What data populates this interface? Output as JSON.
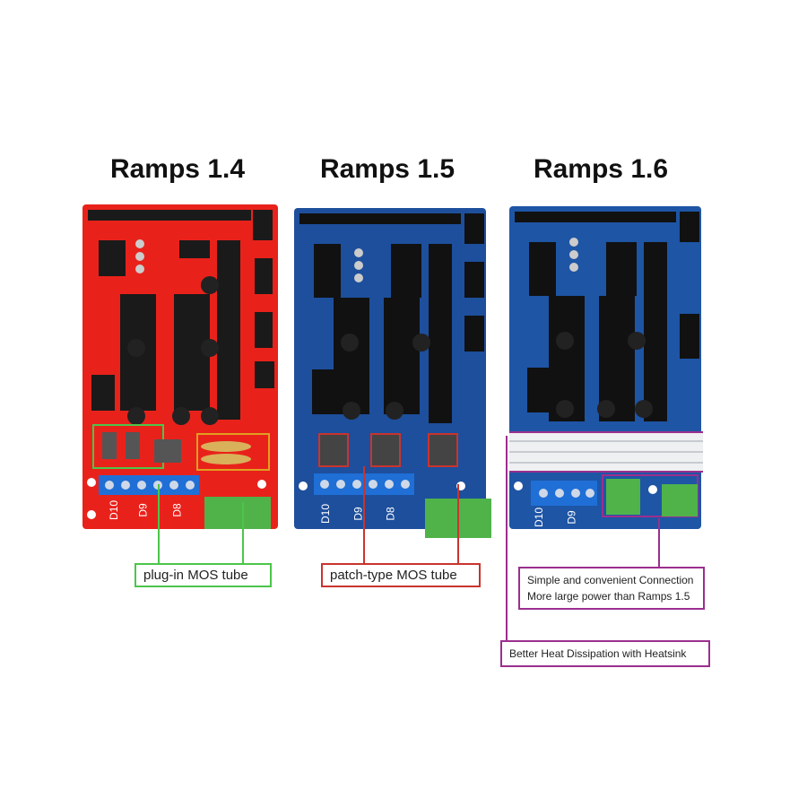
{
  "boards": [
    {
      "title": "Ramps 1.4",
      "color": "#e8221b"
    },
    {
      "title": "Ramps 1.5",
      "color": "#1d4f9c"
    },
    {
      "title": "Ramps 1.6",
      "color": "#1e55a5"
    }
  ],
  "labels": {
    "ramps14_pin_d10": "D10",
    "ramps14_pin_d9": "D9",
    "ramps14_pin_d8": "D8",
    "ramps15_pin_d10": "D10",
    "ramps15_pin_d9": "D9",
    "ramps15_pin_d8": "D8",
    "ramps16_pin_d10": "D10",
    "ramps16_pin_d9": "D9",
    "plus": "+"
  },
  "callouts": {
    "plugin_mos": "plug-in MOS tube",
    "patch_mos": "patch-type MOS tube",
    "connection_line1": "Simple and convenient Connection",
    "connection_line2": "More large power than Ramps 1.5",
    "heatsink": "Better Heat Dissipation with Heatsink"
  },
  "colors": {
    "green_callout": "#4cc54a",
    "red_callout": "#c9342e",
    "magenta_callout": "#9b2f8e",
    "terminal_blue": "#1f6fd6",
    "terminal_green": "#4fb34a"
  }
}
